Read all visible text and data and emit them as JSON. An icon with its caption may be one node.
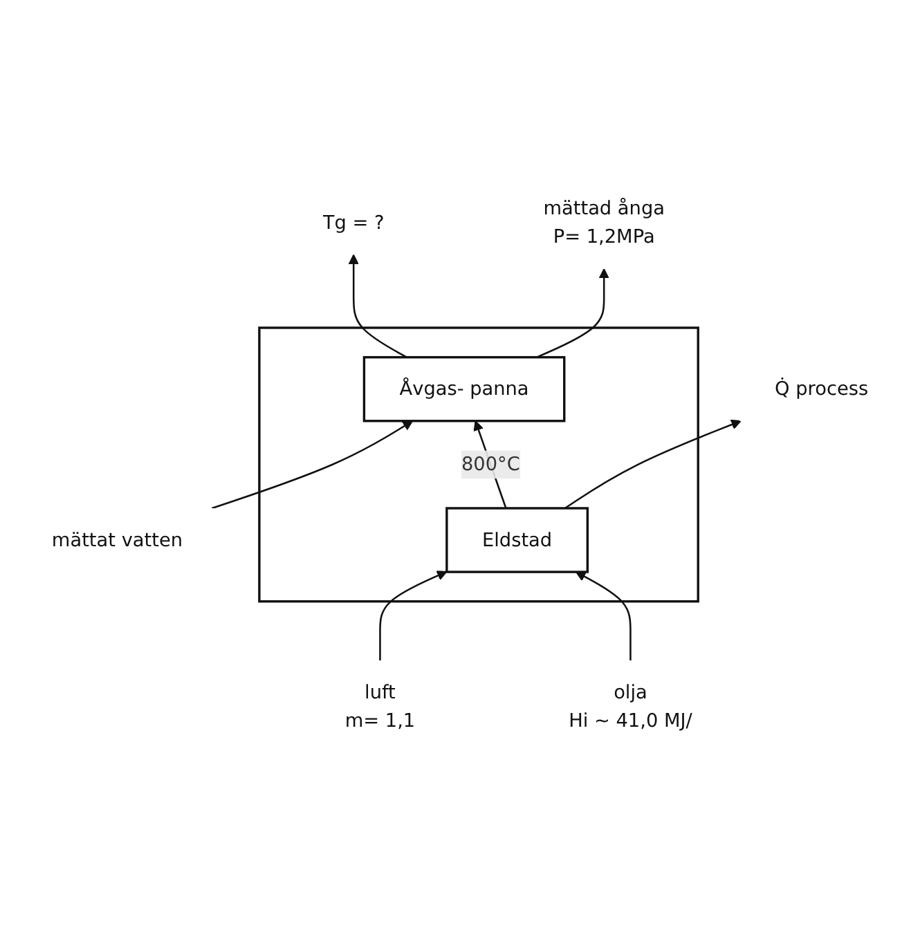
{
  "diagram": {
    "nodes": [
      {
        "text": [],
        "shape": "box"
      },
      {
        "text": [
          "Tg = ?"
        ]
      },
      {
        "text": [
          "mättat vatten"
        ]
      },
      {
        "text": [
          "Åvgas- panna"
        ],
        "in": 0
      },
      {
        "text": [
          "mättad ånga",
          "P= 1,2MPa"
        ]
      },
      {
        "text": [
          "Eldstad"
        ],
        "in": 0
      },
      {
        "text": [
          "Q̇ process"
        ]
      },
      {
        "text": [
          "luft",
          "m= 1,1"
        ]
      },
      {
        "text": [
          "olja",
          "Hi ~ 41,0 MJ/"
        ]
      }
    ],
    "edges": [
      {
        "from": 3,
        "to": 1,
        "arrow": "to"
      },
      {
        "from": 2,
        "to": 3,
        "arrow": "to"
      },
      {
        "from": 3,
        "to": 4,
        "arrow": "to"
      },
      {
        "from": 5,
        "to": 3,
        "arrow": "to",
        "label": "800°C"
      },
      {
        "from": 5,
        "to": 6,
        "arrow": "to"
      },
      {
        "from": 7,
        "to": 5,
        "arrow": "to"
      },
      {
        "from": 8,
        "to": 5,
        "arrow": "to"
      }
    ]
  }
}
